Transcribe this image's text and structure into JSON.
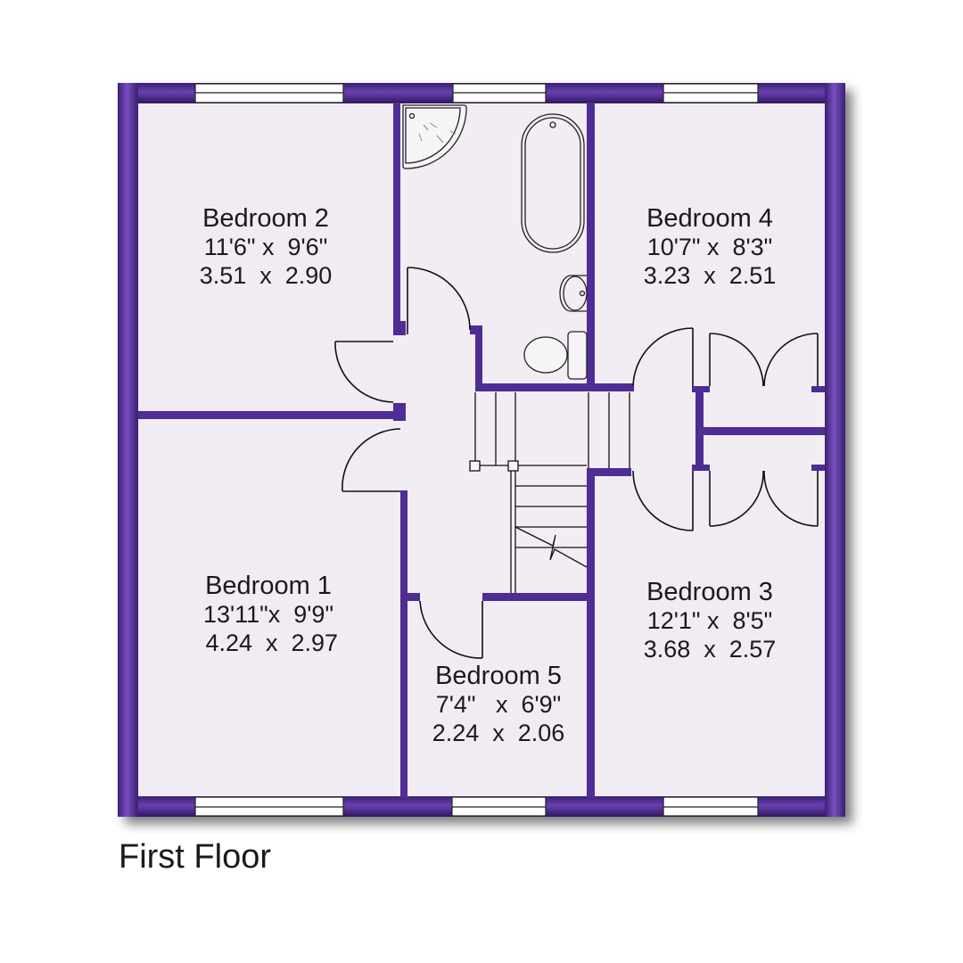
{
  "floor": {
    "title": "First Floor",
    "wall_color": "#4a2a8a",
    "wall_highlight": "#7a4fc0",
    "floor_color": "#f2ecf3"
  },
  "rooms": [
    {
      "name": "Bedroom 2",
      "imperial": "11'6\" x  9'6\"",
      "metric": "3.51  x  2.90"
    },
    {
      "name": "Bedroom 4",
      "imperial": "10'7\" x  8'3\"",
      "metric": "3.23  x  2.51"
    },
    {
      "name": "Bedroom 1",
      "imperial": "13'11\"x  9'9\"",
      "metric": " 4.24  x  2.97"
    },
    {
      "name": "Bedroom 3",
      "imperial": "12'1\" x  8'5\"",
      "metric": "3.68  x  2.57"
    },
    {
      "name": "Bedroom 5",
      "imperial": "7'4\"   x  6'9\"",
      "metric": "2.24  x  2.06"
    }
  ],
  "fixtures": [
    "shower-tray",
    "bath",
    "wash-basin",
    "toilet",
    "staircase",
    "built-in-wardrobes"
  ]
}
